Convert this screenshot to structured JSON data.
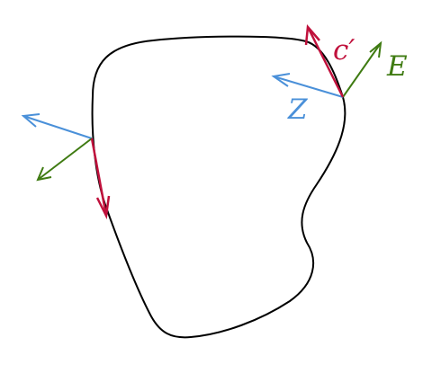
{
  "colors": {
    "curve": "#000000",
    "tangent": "#c0113c",
    "normal": "#3f7b12",
    "z_vector": "#4a90d9"
  },
  "labels": {
    "tangent": "c′",
    "normal": "E",
    "z_vector": "Z"
  },
  "icons": {
    "arrow_head": "open-chevron-arrowhead"
  }
}
